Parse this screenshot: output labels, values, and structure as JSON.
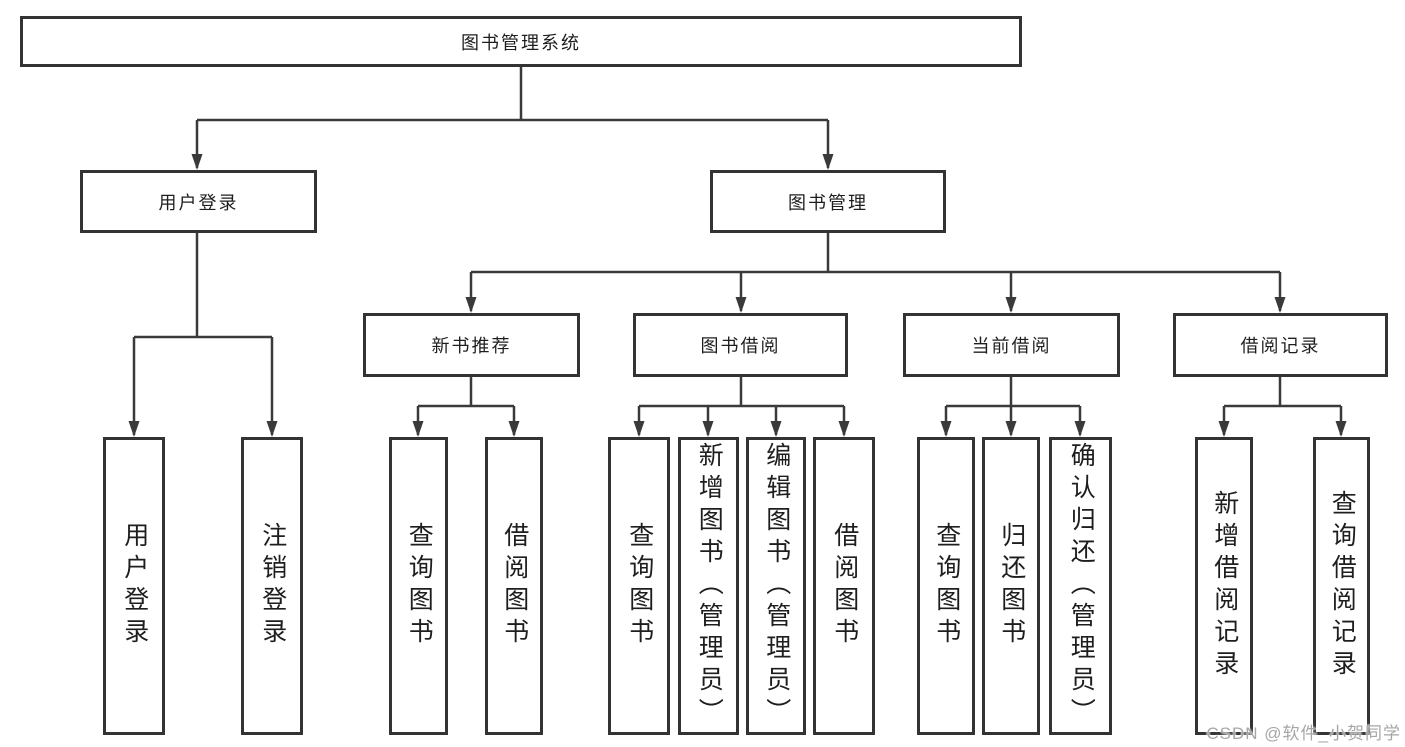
{
  "tree": {
    "label": "图书管理系统",
    "children": [
      {
        "label": "用户登录",
        "children": [
          {
            "label": "用户登录"
          },
          {
            "label": "注销登录"
          }
        ]
      },
      {
        "label": "图书管理",
        "children": [
          {
            "label": "新书推荐",
            "children": [
              {
                "label": "查询图书"
              },
              {
                "label": "借阅图书"
              }
            ]
          },
          {
            "label": "图书借阅",
            "children": [
              {
                "label": "查询图书"
              },
              {
                "label": "新增图书（管理员）"
              },
              {
                "label": "编辑图书（管理员）"
              },
              {
                "label": "借阅图书"
              }
            ]
          },
          {
            "label": "当前借阅",
            "children": [
              {
                "label": "查询图书"
              },
              {
                "label": "归还图书"
              },
              {
                "label": "确认归还（管理员）"
              }
            ]
          },
          {
            "label": "借阅记录",
            "children": [
              {
                "label": "新增借阅记录"
              },
              {
                "label": "查询借阅记录"
              }
            ]
          }
        ]
      }
    ]
  },
  "colors": {
    "box_border": "#333333",
    "line": "#3a3a3a",
    "text": "#1e1e1e",
    "watermark": "#a6a6a6"
  },
  "watermark": {
    "text": "CSDN @软件_小贺同学"
  }
}
